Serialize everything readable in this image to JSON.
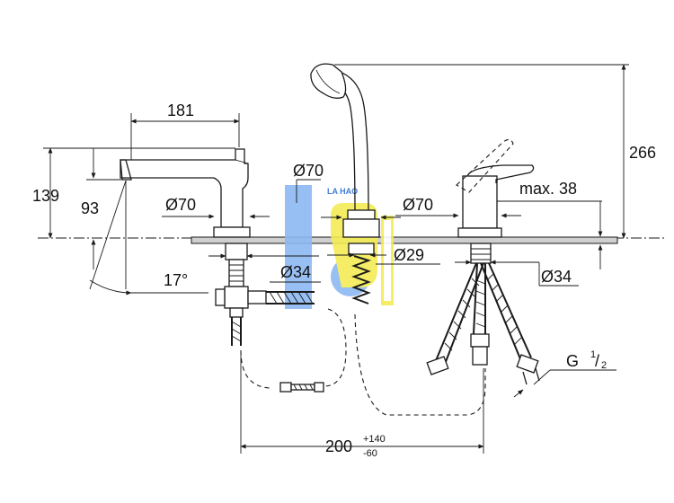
{
  "dimensions": {
    "spout_projection": "181",
    "height_139": "139",
    "height_93": "93",
    "spout_angle": "17°",
    "rosette_left": "Ø70",
    "shank_left": "Ø34",
    "rosette_mid": "Ø70",
    "hose_mid": "Ø29",
    "rosette_right": "Ø70",
    "shank_right": "Ø34",
    "lever_clearance": "max. 38",
    "total_height": "266",
    "thread_main": "G ",
    "thread_num": "1",
    "thread_den": "2",
    "spacing_main": "200",
    "spacing_plus": "+140",
    "spacing_minus": "-60"
  },
  "watermark": {
    "text": "LA HAO",
    "colors": {
      "blue": "#7fb2f0",
      "yellow": "#f5ee4a"
    }
  }
}
